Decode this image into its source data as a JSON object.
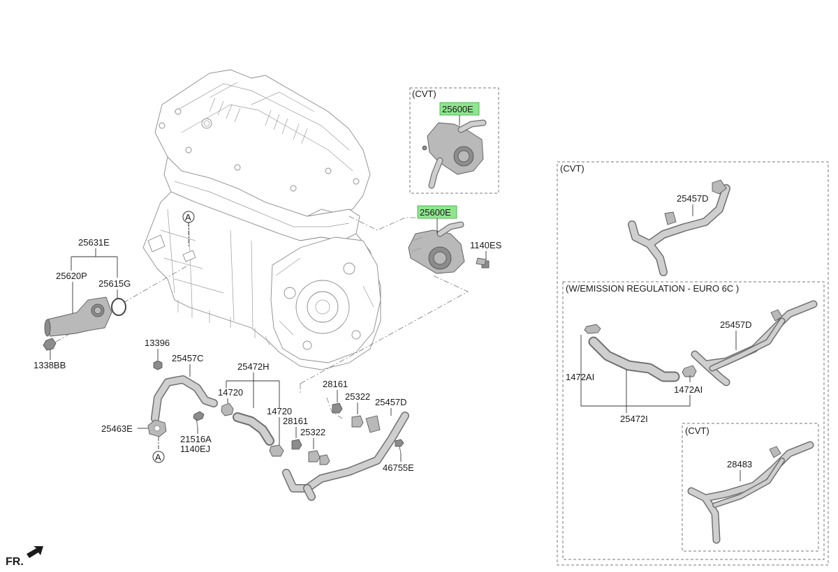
{
  "labels": {
    "p25600E_top": "25600E",
    "p25600E_mid": "25600E",
    "p1140ES": "1140ES",
    "p25631E": "25631E",
    "p25620P": "25620P",
    "p25615G": "25615G",
    "p1338BB": "1338BB",
    "p13396": "13396",
    "p25457C": "25457C",
    "p25463E": "25463E",
    "p21516A": "21516A",
    "p1140EJ": "1140EJ",
    "p25472H": "25472H",
    "p14720_a": "14720",
    "p14720_b": "14720",
    "p28161_a": "28161",
    "p28161_b": "28161",
    "p25322_a": "25322",
    "p25322_b": "25322",
    "p25457D_main": "25457D",
    "p46755E": "46755E",
    "p25457D_cvt": "25457D",
    "p25457D_euro": "25457D",
    "p1472AI_a": "1472AI",
    "p1472AI_b": "1472AI",
    "p25472I": "25472I",
    "p28483": "28483"
  },
  "refs": {
    "ref_a_top": "A",
    "ref_a_bottom": "A"
  },
  "boxes": {
    "cvt_top": "(CVT)",
    "cvt_right": "(CVT)",
    "euro6c": "(W/EMISSION REGULATION - EURO 6C )",
    "cvt_inner": "(CVT)"
  },
  "orientation": "FR.",
  "highlight_color": "#8fe58f"
}
